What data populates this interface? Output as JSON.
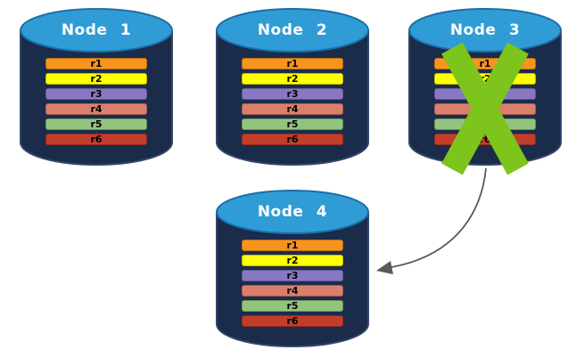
{
  "colors": {
    "background": "#FFFFFF",
    "body": "#1B2B4A",
    "body_edge": "#31456B",
    "top": "#2F9CD6",
    "top_edge": "#1A6FA8",
    "title_text": "#FFFFFF",
    "row_text": "#000000",
    "x_mark": "#7DC41C",
    "arrow": "#5A5A5A"
  },
  "nodes": [
    {
      "title": "Node 1",
      "failed": false,
      "rows": [
        {
          "label": "r1",
          "color": "#F7941E"
        },
        {
          "label": "r2",
          "color": "#FFFF00"
        },
        {
          "label": "r3",
          "color": "#8878C3"
        },
        {
          "label": "r4",
          "color": "#DB7F6C"
        },
        {
          "label": "r5",
          "color": "#93C47E"
        },
        {
          "label": "r6",
          "color": "#C33D2B"
        }
      ]
    },
    {
      "title": "Node 2",
      "failed": false,
      "rows": [
        {
          "label": "r1",
          "color": "#F7941E"
        },
        {
          "label": "r2",
          "color": "#FFFF00"
        },
        {
          "label": "r3",
          "color": "#8878C3"
        },
        {
          "label": "r4",
          "color": "#DB7F6C"
        },
        {
          "label": "r5",
          "color": "#93C47E"
        },
        {
          "label": "r6",
          "color": "#C33D2B"
        }
      ]
    },
    {
      "title": "Node 3",
      "failed": true,
      "rows": [
        {
          "label": "r1",
          "color": "#F7941E"
        },
        {
          "label": "r2",
          "color": "#FFFF00"
        },
        {
          "label": "r3",
          "color": "#8878C3"
        },
        {
          "label": "r4",
          "color": "#DB7F6C"
        },
        {
          "label": "r5",
          "color": "#93C47E"
        },
        {
          "label": "r6",
          "color": "#C33D2B"
        }
      ]
    },
    {
      "title": "Node 4",
      "failed": false,
      "rows": [
        {
          "label": "r1",
          "color": "#F7941E"
        },
        {
          "label": "r2",
          "color": "#FFFF00"
        },
        {
          "label": "r3",
          "color": "#8878C3"
        },
        {
          "label": "r4",
          "color": "#DB7F6C"
        },
        {
          "label": "r5",
          "color": "#93C47E"
        },
        {
          "label": "r6",
          "color": "#C33D2B"
        }
      ]
    }
  ],
  "arrow": {
    "from": "Node 3",
    "to": "Node 4"
  }
}
